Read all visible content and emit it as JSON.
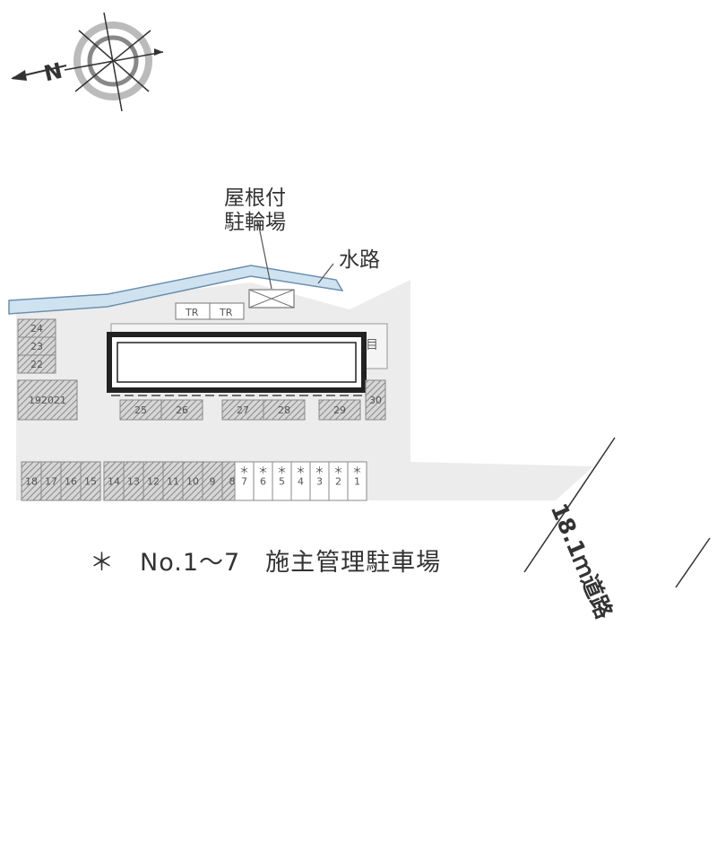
{
  "compass": {
    "letter": "N"
  },
  "labels": {
    "roof_bike": [
      "屋根付",
      "駐輪場"
    ],
    "waterway": "水路",
    "road": "18.1ｍ道路",
    "footnote": "＊　No.1～7　施主管理駐車場",
    "tr": "TR",
    "edge_box": "目"
  },
  "parking": {
    "left_column": [
      "24",
      "23",
      "22"
    ],
    "left_block": "192021",
    "middle_row": [
      {
        "id": "25"
      },
      {
        "id": "26"
      },
      {
        "id": "27"
      },
      {
        "id": "28"
      },
      {
        "id": "29"
      }
    ],
    "right_slot": "30",
    "bottom_row_hatched": [
      "18",
      "17",
      "16",
      "15",
      "14",
      "13",
      "12",
      "11",
      "10",
      "9",
      "8"
    ],
    "bottom_row_owner": [
      "7",
      "6",
      "5",
      "4",
      "3",
      "2",
      "1"
    ],
    "owner_mark": "＊"
  },
  "colors": {
    "lot": "#ececec",
    "water": "#cfe2f0",
    "hatch": "#9a9a9a",
    "building": "#222222"
  }
}
